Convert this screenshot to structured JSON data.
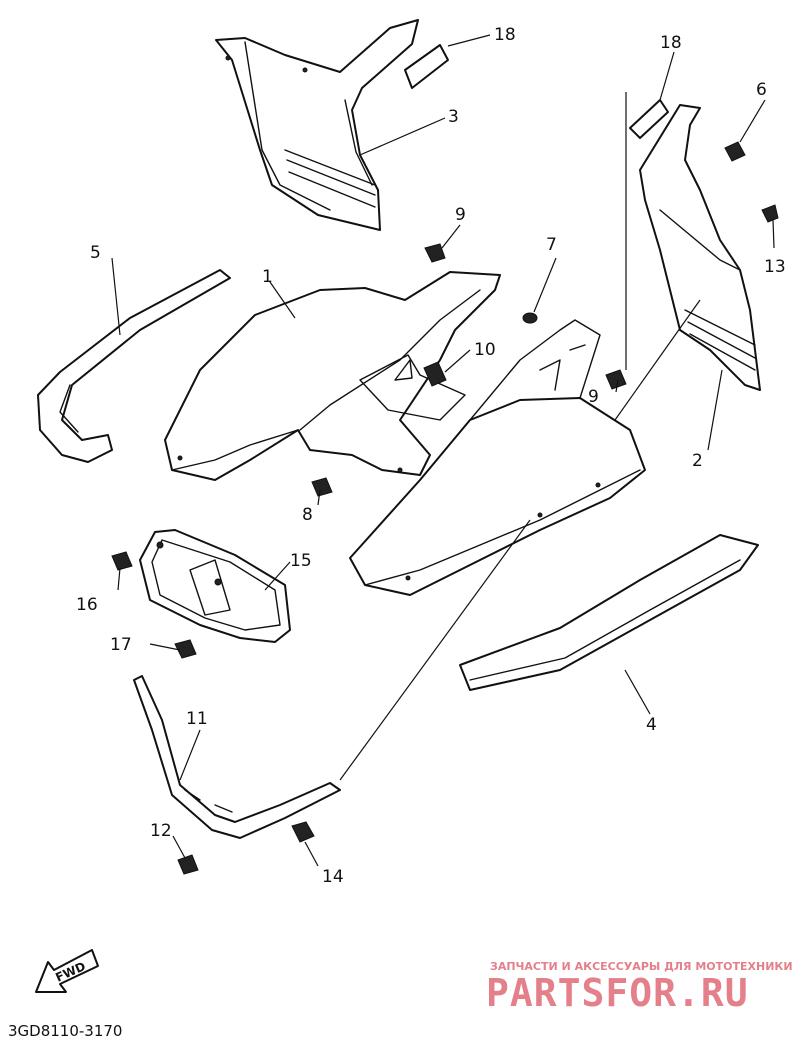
{
  "callouts": {
    "c1": "1",
    "c2": "2",
    "c3": "3",
    "c4": "4",
    "c5": "5",
    "c6": "6",
    "c7": "7",
    "c8": "8",
    "c9a": "9",
    "c9b": "9",
    "c10": "10",
    "c11": "11",
    "c12": "12",
    "c13": "13",
    "c14": "14",
    "c15": "15",
    "c16": "16",
    "c17": "17",
    "c18a": "18",
    "c18b": "18"
  },
  "fwd_label": "FWD",
  "diagram_code": "3GD8110-3170",
  "watermark": {
    "tagline": "ЗАПЧАСТИ И АКСЕССУАРЫ ДЛЯ МОТОТЕХНИКИ",
    "brand": "PARTSFOR.RU",
    "color": "#e3808a"
  },
  "icons": {
    "fwd_arrow": "fwd-arrow-icon"
  }
}
